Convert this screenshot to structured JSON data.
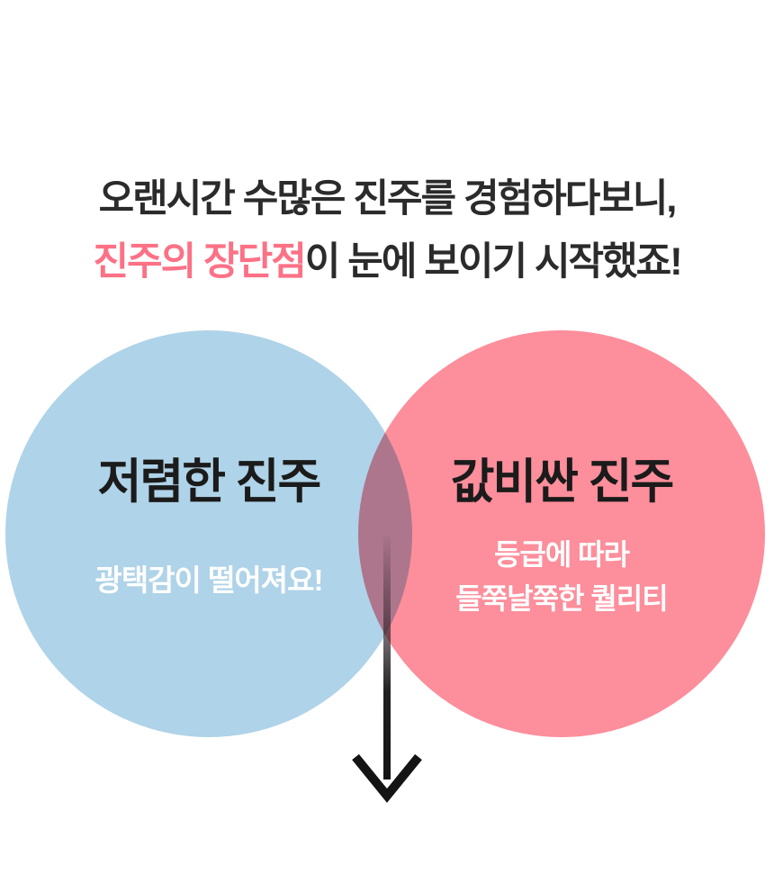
{
  "page": {
    "background_color": "#ffffff"
  },
  "heading": {
    "line1": "오랜시간 수많은 진주를 경험하다보니,",
    "line2_highlight": "진주의 장단점",
    "line2_rest": "이 눈에 보이기 시작했죠!",
    "text_color": "#2b2b2b",
    "highlight_color": "#fc7186"
  },
  "venn": {
    "left_circle": {
      "fill_color": "#afd3e8",
      "title": "저렴한 진주",
      "subtitle": "광택감이 떨어져요!"
    },
    "right_circle": {
      "fill_color": "#fd8e9b",
      "title": "값비싼 진주",
      "subtitle_line1": "등급에 따라",
      "subtitle_line2": "들쭉날쭉한 퀄리티"
    },
    "overlap_color": "#ad7890",
    "title_text_color": "#1b1b1b",
    "subtitle_text_color": "#ffffff"
  },
  "arrow": {
    "direction": "down",
    "color": "#141414"
  }
}
